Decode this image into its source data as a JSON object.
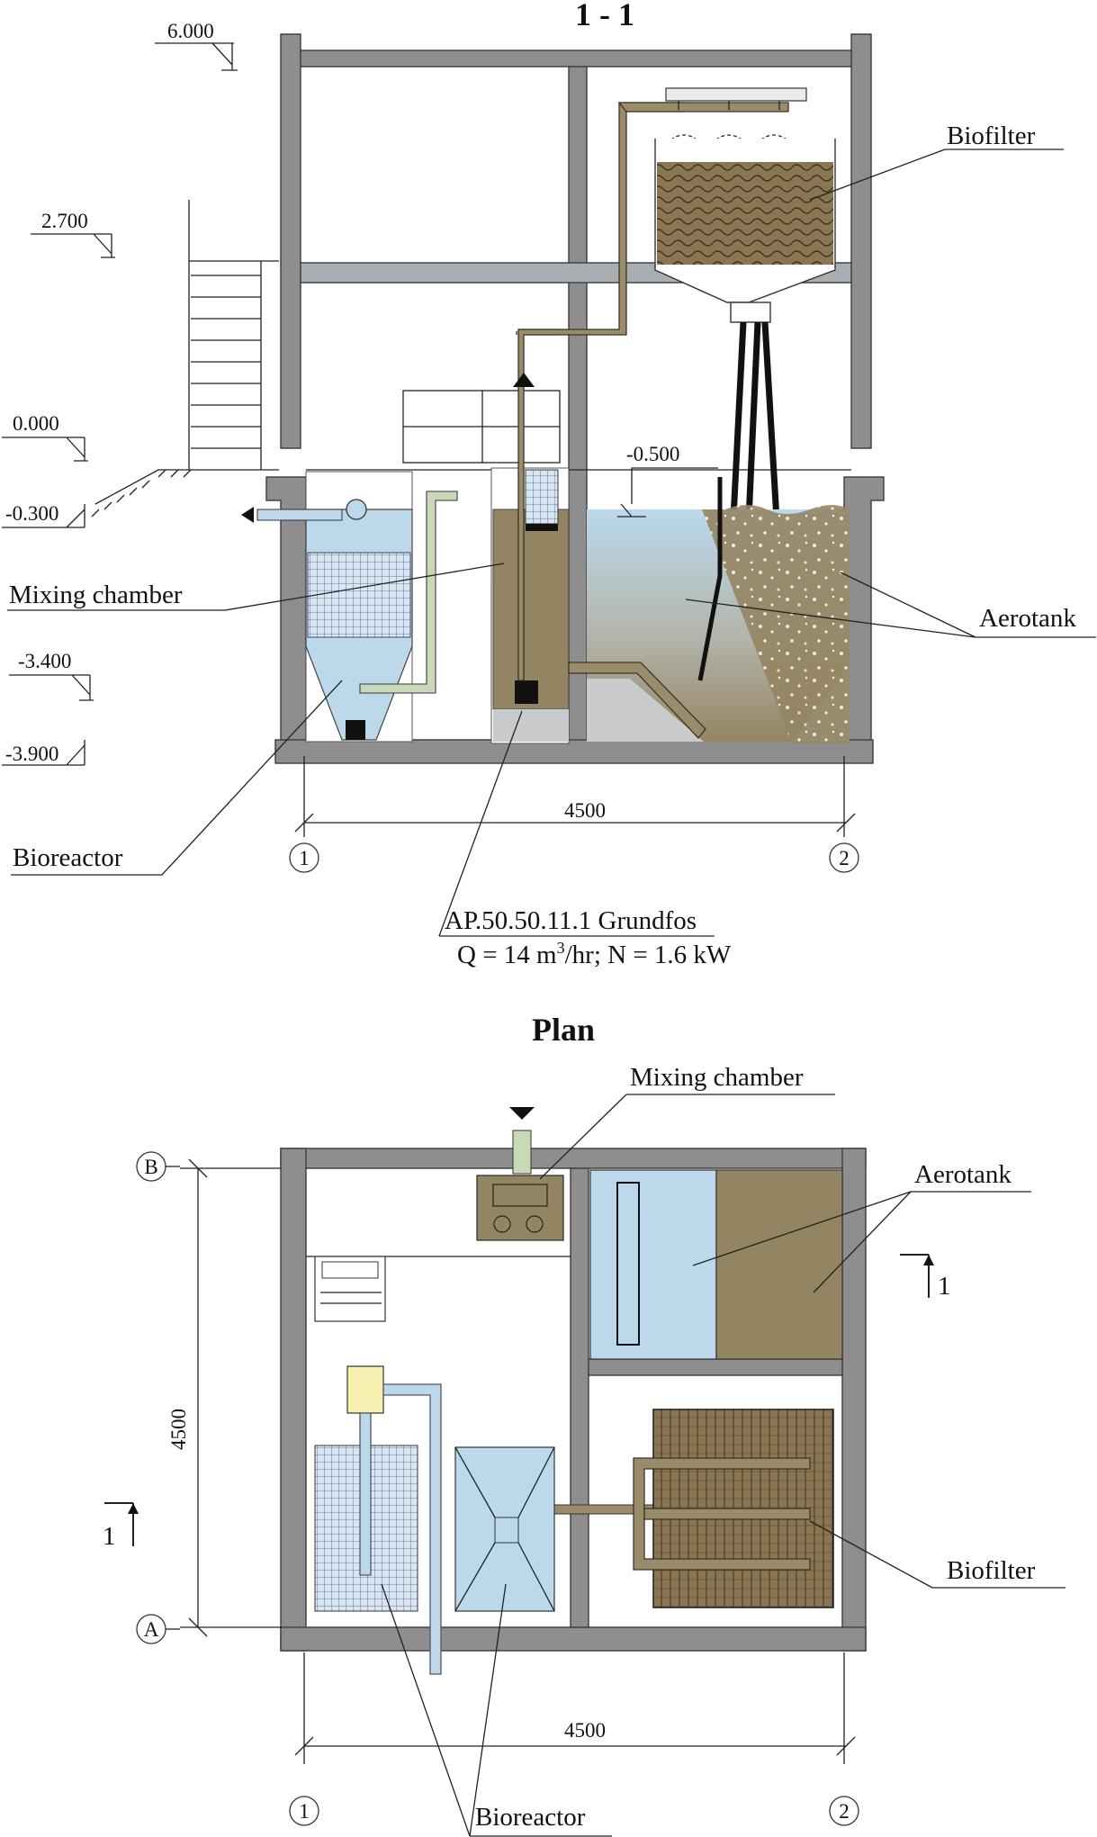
{
  "titles": {
    "section": "1 - 1",
    "plan": "Plan"
  },
  "section": {
    "levels": {
      "l6000": "6.000",
      "l2700": "2.700",
      "l0000": "0.000",
      "lm0300": "-0.300",
      "lm0500": "-0.500",
      "lm3400": "-3.400",
      "lm3900": "-3.900"
    },
    "labels": {
      "biofilter": "Biofilter",
      "mixing_chamber": "Mixing chamber",
      "aerotank": "Aerotank",
      "bioreactor": "Bioreactor",
      "pump_model": "AP.50.50.11.1 Grundfos",
      "pump_q_prefix": "Q = 14 m",
      "pump_q_sup": "3",
      "pump_q_suffix": "/hr; N = 1.6 kW"
    },
    "dimension": "4500",
    "axes": [
      "1",
      "2"
    ]
  },
  "plan": {
    "labels": {
      "mixing_chamber": "Mixing chamber",
      "aerotank": "Aerotank",
      "biofilter": "Biofilter",
      "bioreactor": "Bioreactor"
    },
    "dimension_h": "4500",
    "dimension_v": "4500",
    "axes_h": [
      "1",
      "2"
    ],
    "axes_v": [
      "B",
      "A"
    ],
    "section_mark": "1"
  },
  "colors": {
    "wall": "#8e8e8e",
    "water": "#bcd9ec",
    "sludge": "#948562",
    "biofilter_media": "#7a6a48",
    "pipe": "#9a8b6a",
    "light_pipe": "#c9d8b5"
  }
}
